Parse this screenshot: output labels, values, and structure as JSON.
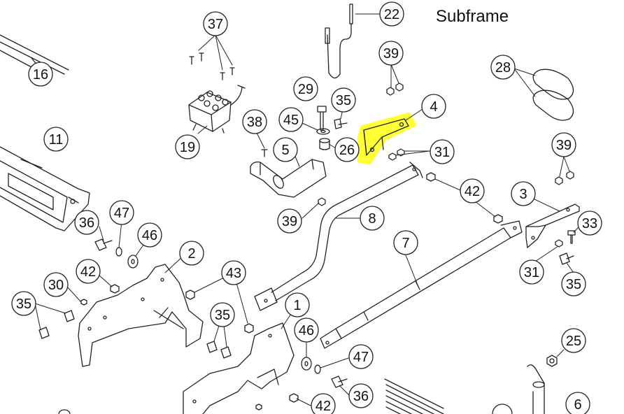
{
  "diagram": {
    "title": "Subframe",
    "highlight_color": "#ffff33",
    "callouts": [
      {
        "id": "c16",
        "label": "16"
      },
      {
        "id": "c11",
        "label": "11"
      },
      {
        "id": "c37",
        "label": "37"
      },
      {
        "id": "c19",
        "label": "19"
      },
      {
        "id": "c22",
        "label": "22"
      },
      {
        "id": "c39a",
        "label": "39"
      },
      {
        "id": "c28",
        "label": "28"
      },
      {
        "id": "c29",
        "label": "29"
      },
      {
        "id": "c35a",
        "label": "35"
      },
      {
        "id": "c45",
        "label": "45"
      },
      {
        "id": "c26",
        "label": "26"
      },
      {
        "id": "c4",
        "label": "4"
      },
      {
        "id": "c31a",
        "label": "31"
      },
      {
        "id": "c38",
        "label": "38"
      },
      {
        "id": "c5",
        "label": "5"
      },
      {
        "id": "c39b",
        "label": "39"
      },
      {
        "id": "c39c",
        "label": "39"
      },
      {
        "id": "c42a",
        "label": "42"
      },
      {
        "id": "c3",
        "label": "3"
      },
      {
        "id": "c33",
        "label": "33"
      },
      {
        "id": "c8",
        "label": "8"
      },
      {
        "id": "c36a",
        "label": "36"
      },
      {
        "id": "c47a",
        "label": "47"
      },
      {
        "id": "c46a",
        "label": "46"
      },
      {
        "id": "c2",
        "label": "2"
      },
      {
        "id": "c7",
        "label": "7"
      },
      {
        "id": "c31b",
        "label": "31"
      },
      {
        "id": "c35b",
        "label": "35"
      },
      {
        "id": "c42b",
        "label": "42"
      },
      {
        "id": "c30",
        "label": "30"
      },
      {
        "id": "c43",
        "label": "43"
      },
      {
        "id": "c35c",
        "label": "35"
      },
      {
        "id": "c35d",
        "label": "35"
      },
      {
        "id": "c1",
        "label": "1"
      },
      {
        "id": "c46b",
        "label": "46"
      },
      {
        "id": "c47b",
        "label": "47"
      },
      {
        "id": "c36b",
        "label": "36"
      },
      {
        "id": "c42c",
        "label": "42"
      },
      {
        "id": "c25",
        "label": "25"
      },
      {
        "id": "c6",
        "label": "6"
      }
    ]
  }
}
